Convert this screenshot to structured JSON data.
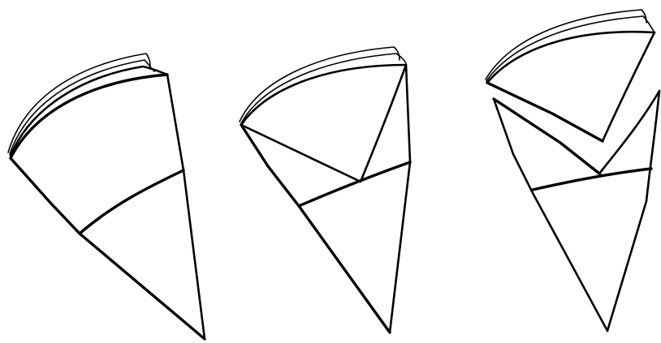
{
  "figure": {
    "panel_count": 3,
    "ink_color": "#000000",
    "background_color": "#ffffff",
    "panels": [
      {
        "id": "panel-1",
        "fold_lines": 1
      },
      {
        "id": "panel-2",
        "fold_lines": 3
      },
      {
        "id": "panel-3",
        "fold_lines": 3,
        "top_flap_open": true
      }
    ]
  }
}
